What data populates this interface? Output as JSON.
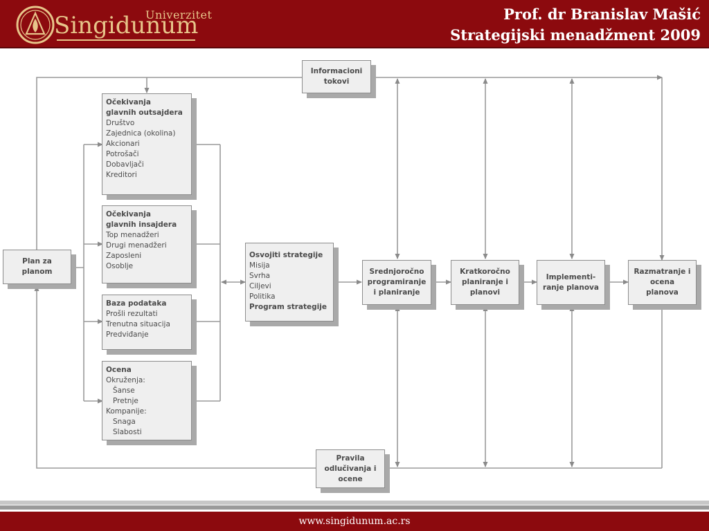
{
  "header": {
    "logo_univerzitet": "Univerzitet",
    "logo_name": "Singidunum",
    "title_line1": "Prof. dr Branislav Mašić",
    "title_line2": "Strategijski menadžment 2009"
  },
  "diagram": {
    "plan": [
      "Plan za",
      "planom"
    ],
    "info": [
      "Informacioni",
      "tokovi"
    ],
    "outsiders": {
      "title": [
        "Očekivanja",
        "glavnih outsajdera"
      ],
      "items": [
        "Društvo",
        "Zajednica (okolina)",
        "Akcionari",
        "Potrošači",
        "Dobavljači",
        "Kreditori"
      ]
    },
    "insiders": {
      "title": [
        "Očekivanja",
        "glavnih insajdera"
      ],
      "items": [
        "Top menadžeri",
        "Drugi menadžeri",
        "Zaposleni",
        "Osoblje"
      ]
    },
    "database": {
      "title": "Baza podataka",
      "items": [
        "Prošli rezultati",
        "Trenutna situacija",
        "Predviđanje"
      ]
    },
    "assessment": {
      "title": "Ocena",
      "env": "Okruženja:",
      "env_items": [
        "Šanse",
        "Pretnje"
      ],
      "comp": "Kompanije:",
      "comp_items": [
        "Snaga",
        "Slabosti"
      ]
    },
    "strategy": {
      "title": "Osvojiti strategije",
      "items": [
        "Misija",
        "Svrha",
        "Ciljevi",
        "Politika"
      ],
      "last": "Program strategije"
    },
    "mid": [
      "Srednjoročno",
      "programiranje",
      "i planiranje"
    ],
    "short": [
      "Kratkoročno",
      "planiranje i",
      "planovi"
    ],
    "impl": [
      "Implementi-",
      "ranje planova"
    ],
    "review": [
      "Razmatranje i",
      "ocena",
      "planova"
    ],
    "rules": [
      "Pravila",
      "odlučivanja i",
      "ocene"
    ]
  },
  "footer": {
    "url": "www.singidunum.ac.rs"
  }
}
